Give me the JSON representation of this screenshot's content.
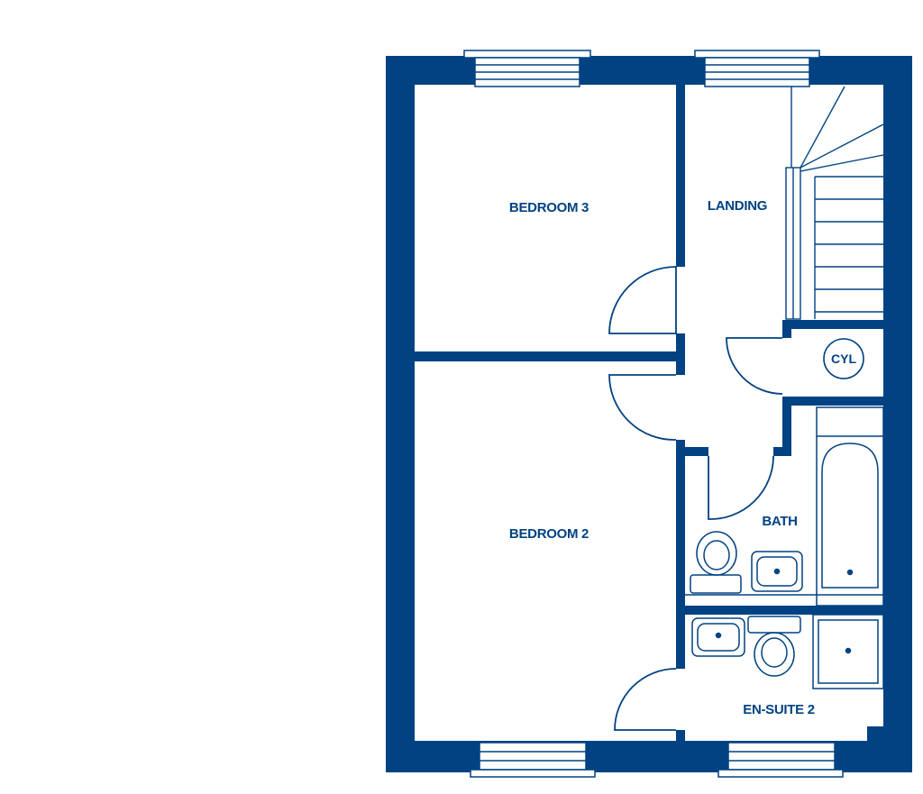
{
  "colors": {
    "wall": "#004282",
    "line": "#004282",
    "background": "#ffffff"
  },
  "rooms": {
    "bedroom3": "BEDROOM 3",
    "bedroom2": "BEDROOM 2",
    "landing": "LANDING",
    "bath": "BATH",
    "ensuite2": "EN-SUITE 2"
  },
  "fixtures": {
    "cylinder": "CYL"
  },
  "icons": [
    "window",
    "door-swing",
    "staircase",
    "bathtub",
    "toilet",
    "washbasin",
    "shower-tray"
  ]
}
